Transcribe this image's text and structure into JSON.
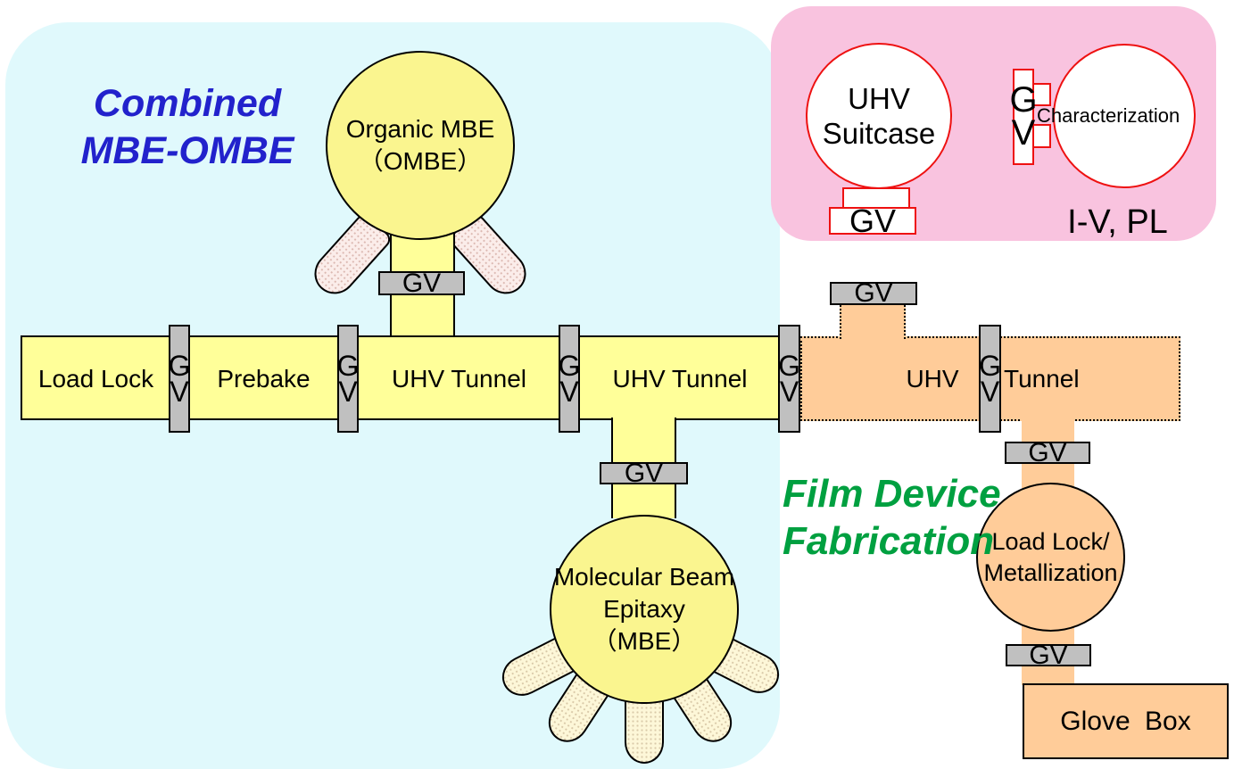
{
  "colors": {
    "cyan_panel": "#E0F9FC",
    "pink_panel": "#F9C3DF",
    "chamber_yellow": "#FFFF99",
    "chamber_orange": "#FFCC99",
    "valve_gray": "#C0C0C0",
    "red_outline": "#EE1111",
    "blue_heading": "#2222CC",
    "green_heading": "#00A040"
  },
  "headings": {
    "combined": {
      "line1": "Combined",
      "line2": "MBE-OMBE"
    },
    "film_device": {
      "line1": "Film Device",
      "line2": "Fabrication"
    }
  },
  "pink_panel": {
    "uhv_suitcase": {
      "line1": "UHV",
      "line2": "Suitcase"
    },
    "characterization": {
      "label": "Characterization"
    },
    "iv_pl": "I-V, PL"
  },
  "tunnel": {
    "sections": [
      {
        "label": "Load Lock"
      },
      {
        "label": "Prebake"
      },
      {
        "label": "UHV Tunnel"
      },
      {
        "label": "UHV Tunnel"
      }
    ],
    "orange": {
      "left_label": "UHV",
      "right_label": "Tunnel"
    }
  },
  "chambers": {
    "ombe": {
      "line1": "Organic MBE",
      "line2": "（OMBE）"
    },
    "mbe": {
      "line1": "Molecular Beam",
      "line2": "Epitaxy",
      "line3": "（MBE）"
    },
    "loadlock_metal": {
      "line1": "Load Lock/",
      "line2": "Metallization"
    },
    "glove_box": {
      "label": "Glove Box"
    }
  },
  "valves": {
    "gv": "GV",
    "g": "G",
    "v": "V"
  }
}
